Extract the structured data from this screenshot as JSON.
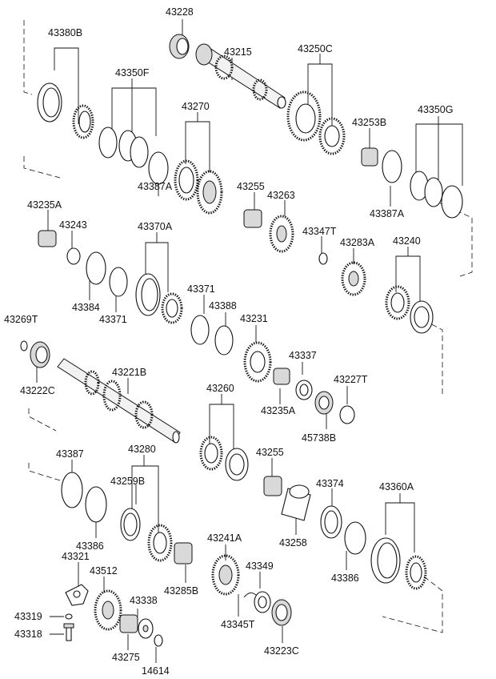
{
  "diagram": {
    "type": "exploded-parts-diagram",
    "parts": [
      {
        "id": "p43228",
        "label": "43228"
      },
      {
        "id": "p43380B",
        "label": "43380B"
      },
      {
        "id": "p43215",
        "label": "43215"
      },
      {
        "id": "p43250C",
        "label": "43250C"
      },
      {
        "id": "p43350F",
        "label": "43350F"
      },
      {
        "id": "p43270",
        "label": "43270"
      },
      {
        "id": "p43253B",
        "label": "43253B"
      },
      {
        "id": "p43350G",
        "label": "43350G"
      },
      {
        "id": "p43387A_1",
        "label": "43387A"
      },
      {
        "id": "p43255_1",
        "label": "43255"
      },
      {
        "id": "p43263",
        "label": "43263"
      },
      {
        "id": "p43387A_2",
        "label": "43387A"
      },
      {
        "id": "p43235A_1",
        "label": "43235A"
      },
      {
        "id": "p43243",
        "label": "43243"
      },
      {
        "id": "p43370A",
        "label": "43370A"
      },
      {
        "id": "p43347T",
        "label": "43347T"
      },
      {
        "id": "p43283A",
        "label": "43283A"
      },
      {
        "id": "p43240",
        "label": "43240"
      },
      {
        "id": "p43384",
        "label": "43384"
      },
      {
        "id": "p43371_1",
        "label": "43371"
      },
      {
        "id": "p43371_2",
        "label": "43371"
      },
      {
        "id": "p43388",
        "label": "43388"
      },
      {
        "id": "p43269T",
        "label": "43269T"
      },
      {
        "id": "p43231",
        "label": "43231"
      },
      {
        "id": "p43337",
        "label": "43337"
      },
      {
        "id": "p43221B",
        "label": "43221B"
      },
      {
        "id": "p43227T",
        "label": "43227T"
      },
      {
        "id": "p43222C",
        "label": "43222C"
      },
      {
        "id": "p43260",
        "label": "43260"
      },
      {
        "id": "p43235A_2",
        "label": "43235A"
      },
      {
        "id": "p45738B",
        "label": "45738B"
      },
      {
        "id": "p43387",
        "label": "43387"
      },
      {
        "id": "p43280",
        "label": "43280"
      },
      {
        "id": "p43255_2",
        "label": "43255"
      },
      {
        "id": "p43374",
        "label": "43374"
      },
      {
        "id": "p43360A",
        "label": "43360A"
      },
      {
        "id": "p43259B",
        "label": "43259B"
      },
      {
        "id": "p43386_1",
        "label": "43386"
      },
      {
        "id": "p43258",
        "label": "43258"
      },
      {
        "id": "p43321",
        "label": "43321"
      },
      {
        "id": "p43241A",
        "label": "43241A"
      },
      {
        "id": "p43512",
        "label": "43512"
      },
      {
        "id": "p43349",
        "label": "43349"
      },
      {
        "id": "p43386_2",
        "label": "43386"
      },
      {
        "id": "p43285B",
        "label": "43285B"
      },
      {
        "id": "p43338",
        "label": "43338"
      },
      {
        "id": "p43319",
        "label": "43319"
      },
      {
        "id": "p43345T",
        "label": "43345T"
      },
      {
        "id": "p43318",
        "label": "43318"
      },
      {
        "id": "p43275",
        "label": "43275"
      },
      {
        "id": "p43223C",
        "label": "43223C"
      },
      {
        "id": "p14614",
        "label": "14614"
      }
    ]
  }
}
